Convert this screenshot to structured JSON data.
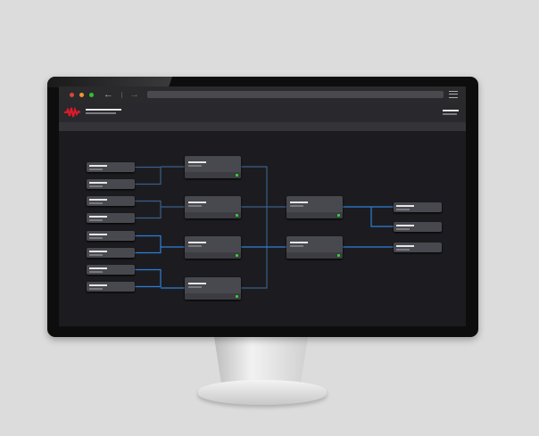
{
  "colors": {
    "background": "#dcdcdc",
    "screen": "#1c1c20",
    "connector": "#2e7fd6",
    "connector_dim": "#3a5f88",
    "status_ok": "#2ed52e",
    "logo": "#e0192a"
  },
  "bracket": {
    "round1_count": 8,
    "round2_count": 4,
    "round3_count": 2,
    "final_count": 3
  },
  "icons": {
    "logo": "waveform-logo-icon",
    "back": "arrow-left-icon",
    "forward": "arrow-right-icon",
    "menu": "hamburger-menu-icon"
  }
}
